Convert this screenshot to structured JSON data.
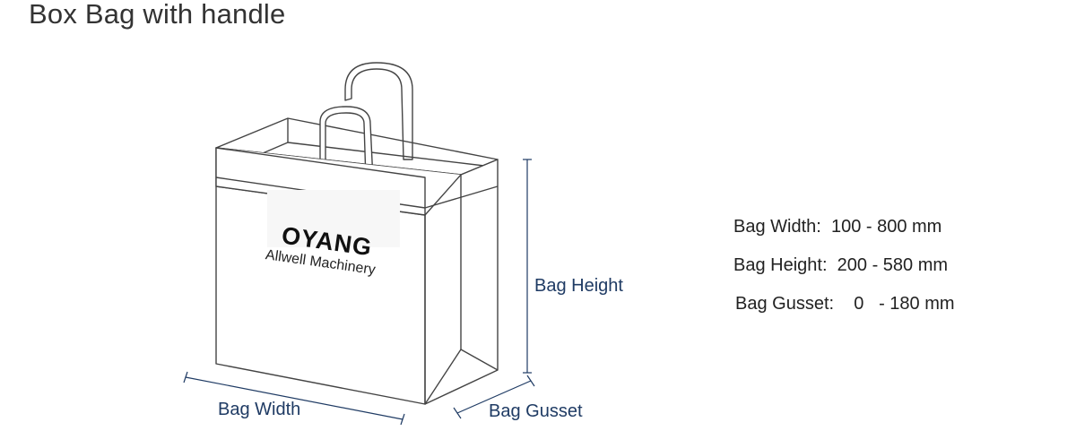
{
  "title": "Box Bag with handle",
  "brand": {
    "logo_text": "OYANG",
    "company": "Allwell Machinery"
  },
  "dimension_labels": {
    "height": "Bag Height",
    "width": "Bag Width",
    "gusset": "Bag Gusset"
  },
  "specs": [
    {
      "label": "Bag Width:",
      "range": "100 - 800 mm"
    },
    {
      "label": "Bag Height:",
      "range": "200 - 580 mm"
    },
    {
      "label": "Bag Gusset:",
      "range": "0   - 180 mm"
    }
  ],
  "colors": {
    "outline": "#444444",
    "dimension": "#1f3b64",
    "text": "#222222",
    "title": "#333333"
  },
  "icons": {
    "bag": "shopping-bag-illustration"
  }
}
